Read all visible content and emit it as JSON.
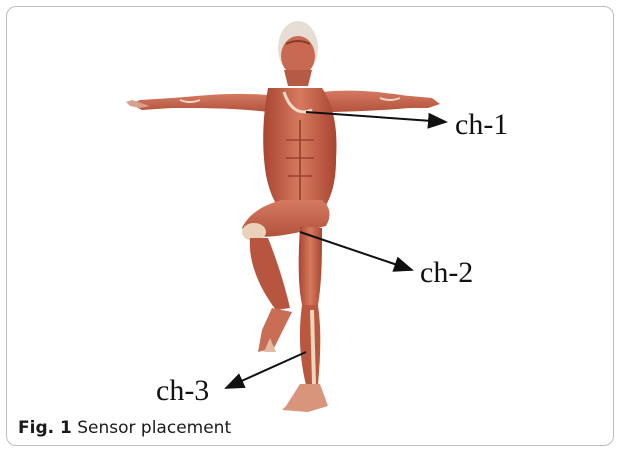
{
  "figure": {
    "labels": {
      "ch1": "ch-1",
      "ch2": "ch-2",
      "ch3": "ch-3"
    },
    "caption": {
      "number": "Fig. 1",
      "text": "Sensor placement"
    },
    "colors": {
      "muscle": "#c9624a",
      "muscle_dark": "#9c3f2d",
      "tendon": "#e8d2b6",
      "head": "#e3ddd4",
      "arrow": "#111111"
    }
  }
}
